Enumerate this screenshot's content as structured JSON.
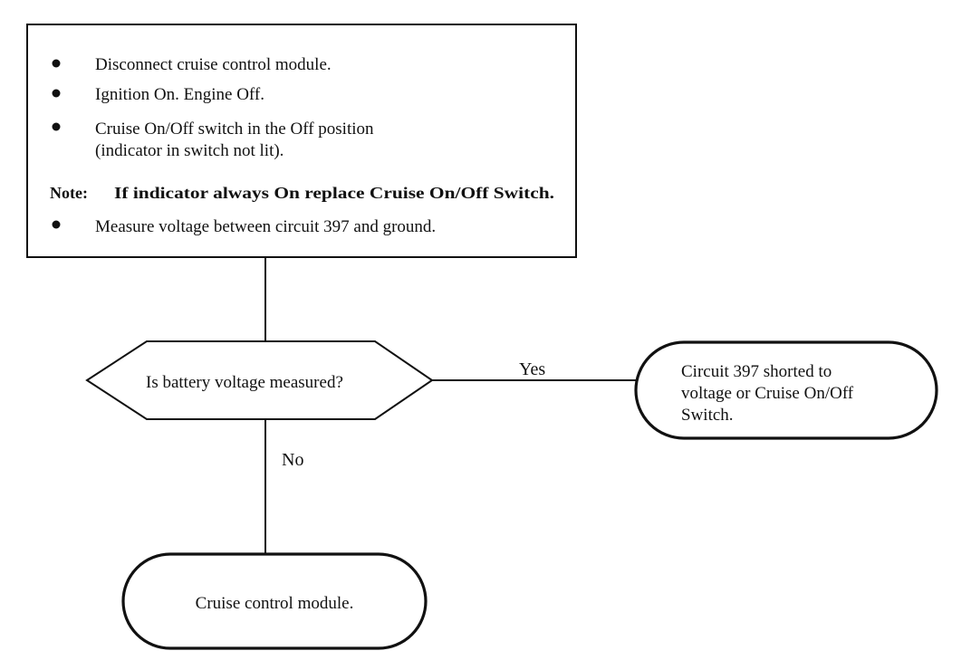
{
  "diagram": {
    "steps": {
      "items": [
        "Disconnect cruise control module.",
        "Ignition On. Engine Off.",
        "Cruise On/Off switch in the Off position",
        "(indicator in switch not lit)."
      ],
      "note_label": "Note:",
      "note_text": "If indicator always On replace Cruise On/Off Switch.",
      "final_item": "Measure voltage between circuit 397 and  ground."
    },
    "decision": {
      "question": "Is battery voltage measured?"
    },
    "edges": {
      "yes_label": "Yes",
      "no_label": "No"
    },
    "yes_result": {
      "lines": [
        "Circuit 397 shorted to",
        "voltage or Cruise On/Off",
        "Switch."
      ]
    },
    "no_result": {
      "text": "Cruise control module."
    }
  }
}
